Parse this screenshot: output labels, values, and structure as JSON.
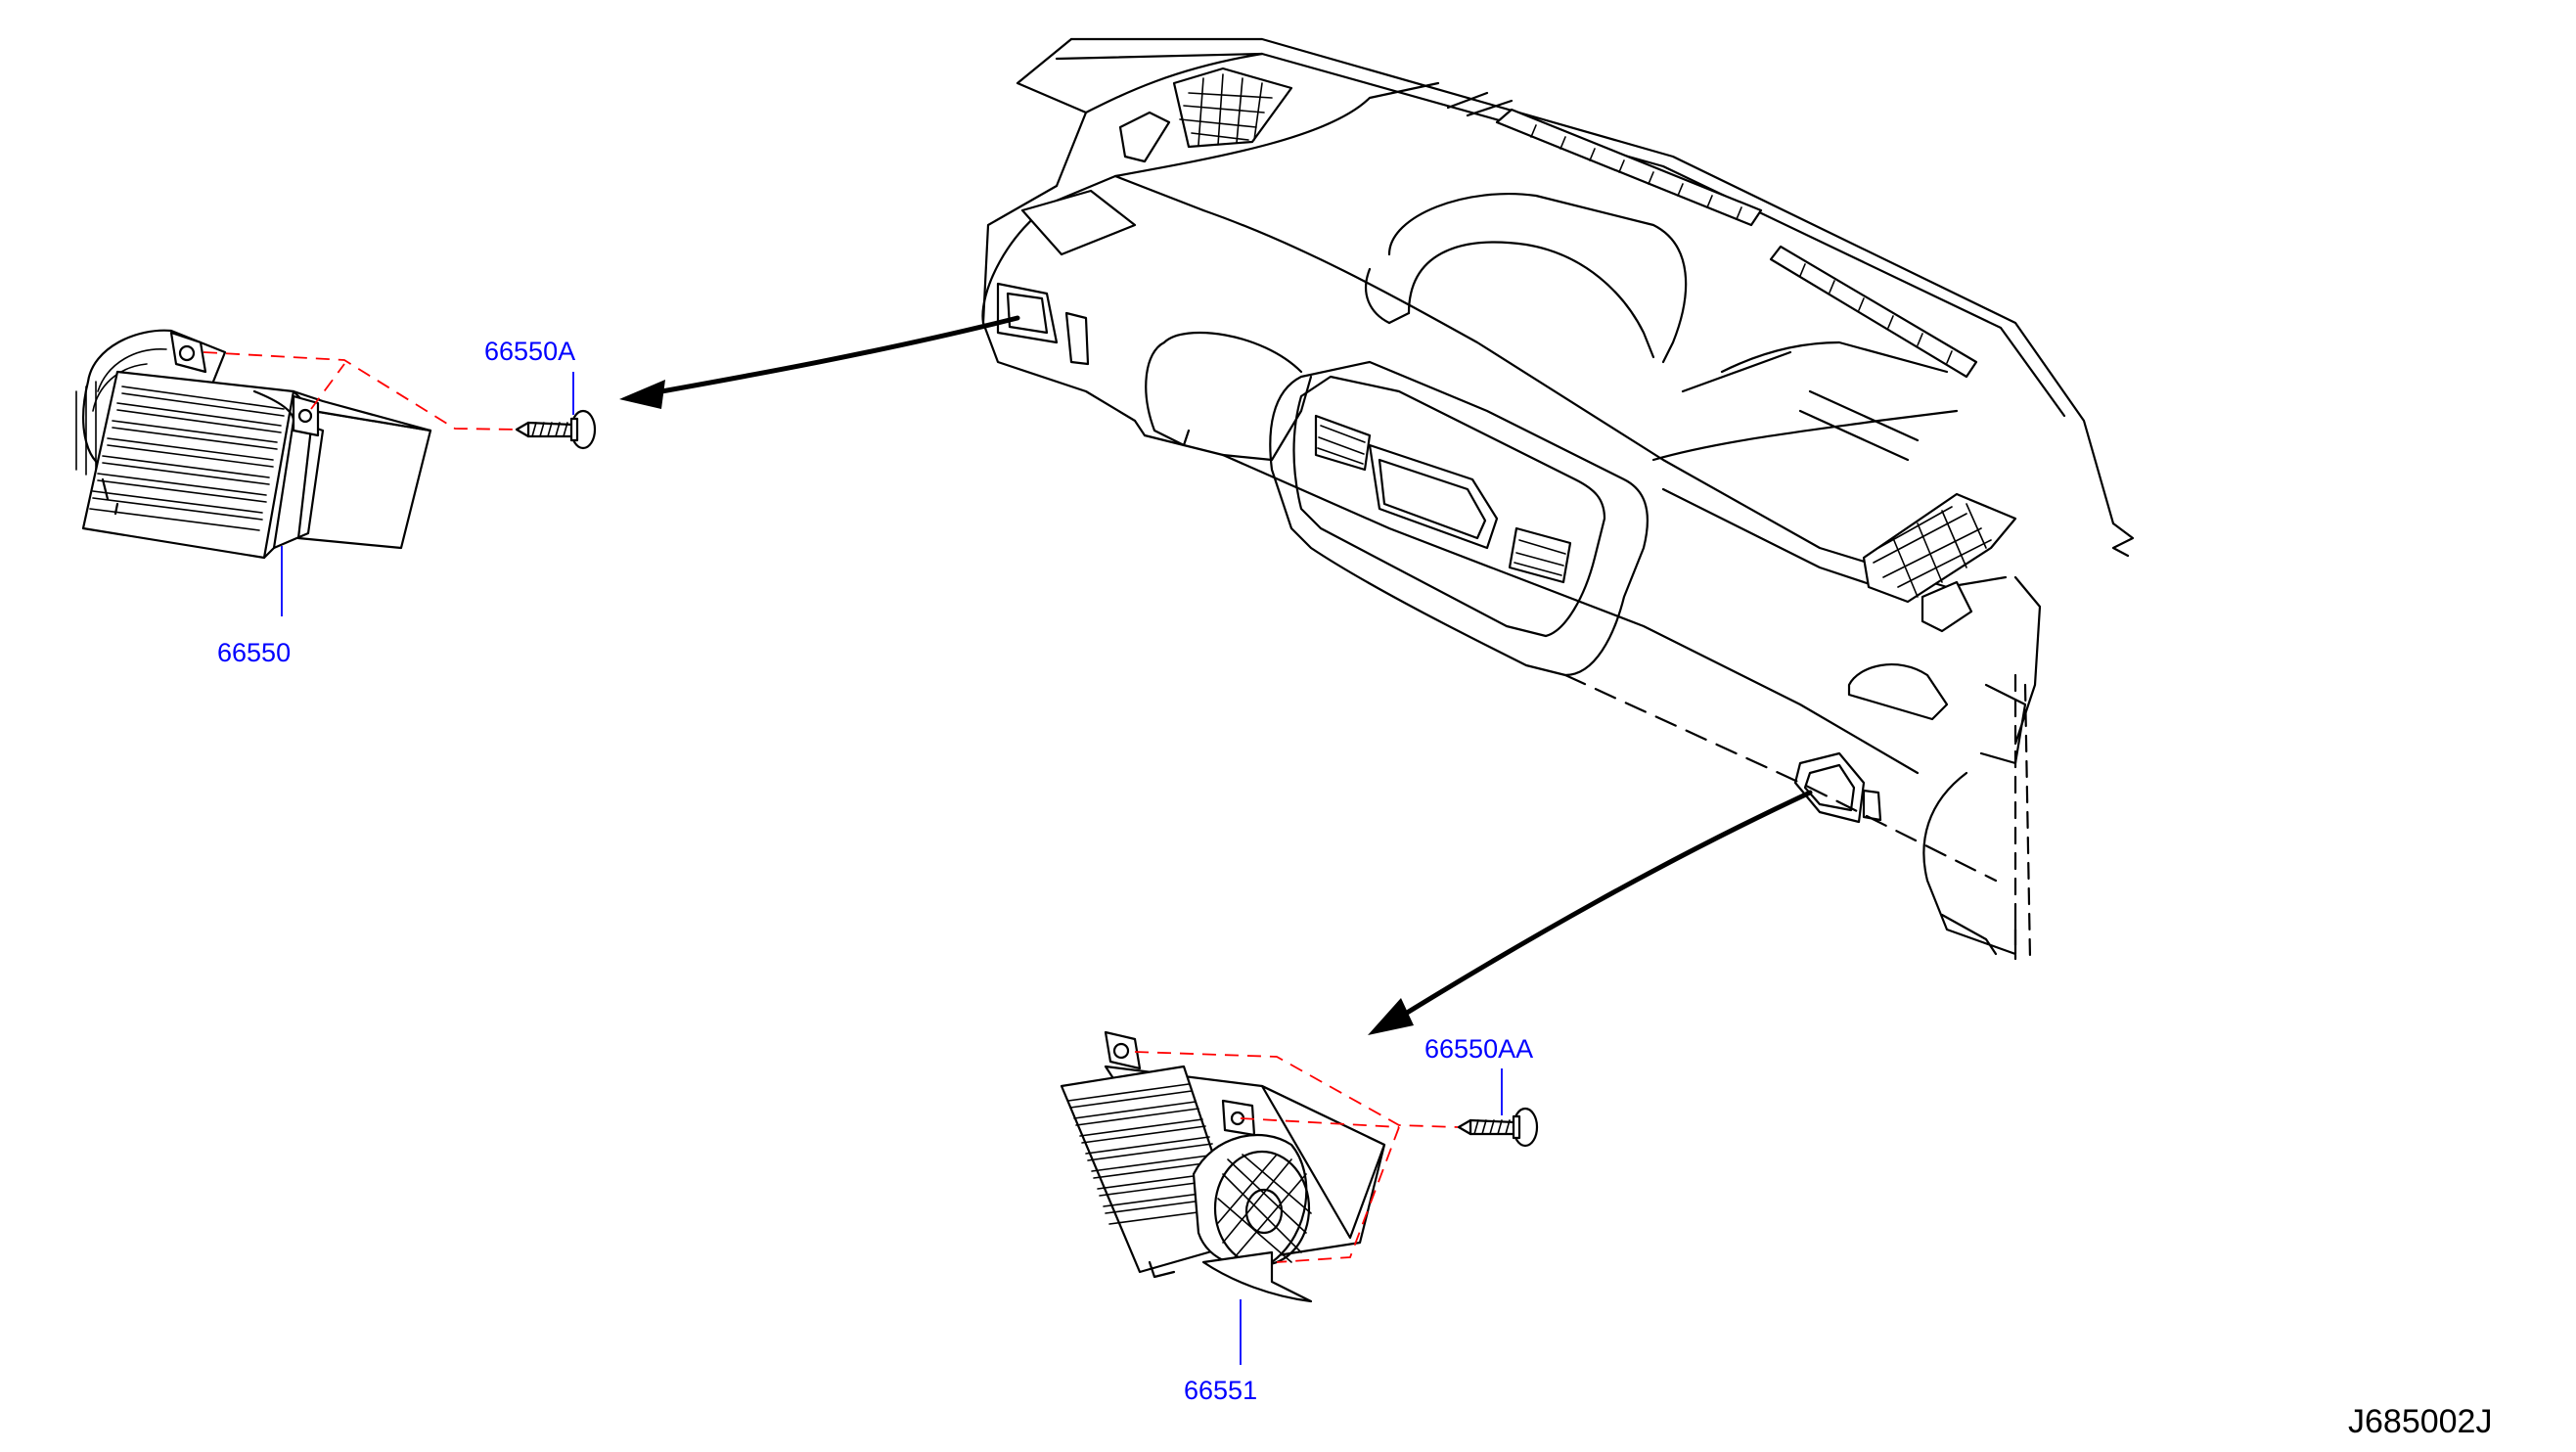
{
  "parts": {
    "left_vent": "66550",
    "left_screw": "66550A",
    "right_vent": "66551",
    "right_screw": "66550AA"
  },
  "diagram_code": "J685002J",
  "colors": {
    "label": "#0000ff",
    "leader": "#0000ff",
    "dashed_guide": "#ff0000",
    "line_art": "#000000"
  }
}
